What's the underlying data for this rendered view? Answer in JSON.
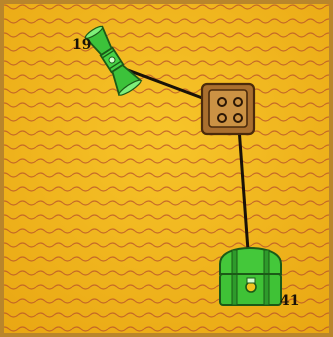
{
  "board": {
    "background_color": "#f2b515",
    "wave_color": "#b8512a",
    "border_color": "#b9862b"
  },
  "items": {
    "scroll": {
      "icon": "scroll-icon",
      "value": "19",
      "color": "#3cc23a"
    },
    "die": {
      "icon": "dice-four-icon",
      "pips": 4,
      "color": "#c58d3f"
    },
    "chest": {
      "icon": "treasure-chest-icon",
      "value": "41",
      "color": "#43c83a"
    }
  },
  "connectors": [
    {
      "from": "scroll",
      "to": "die"
    },
    {
      "from": "die",
      "to": "chest"
    }
  ]
}
